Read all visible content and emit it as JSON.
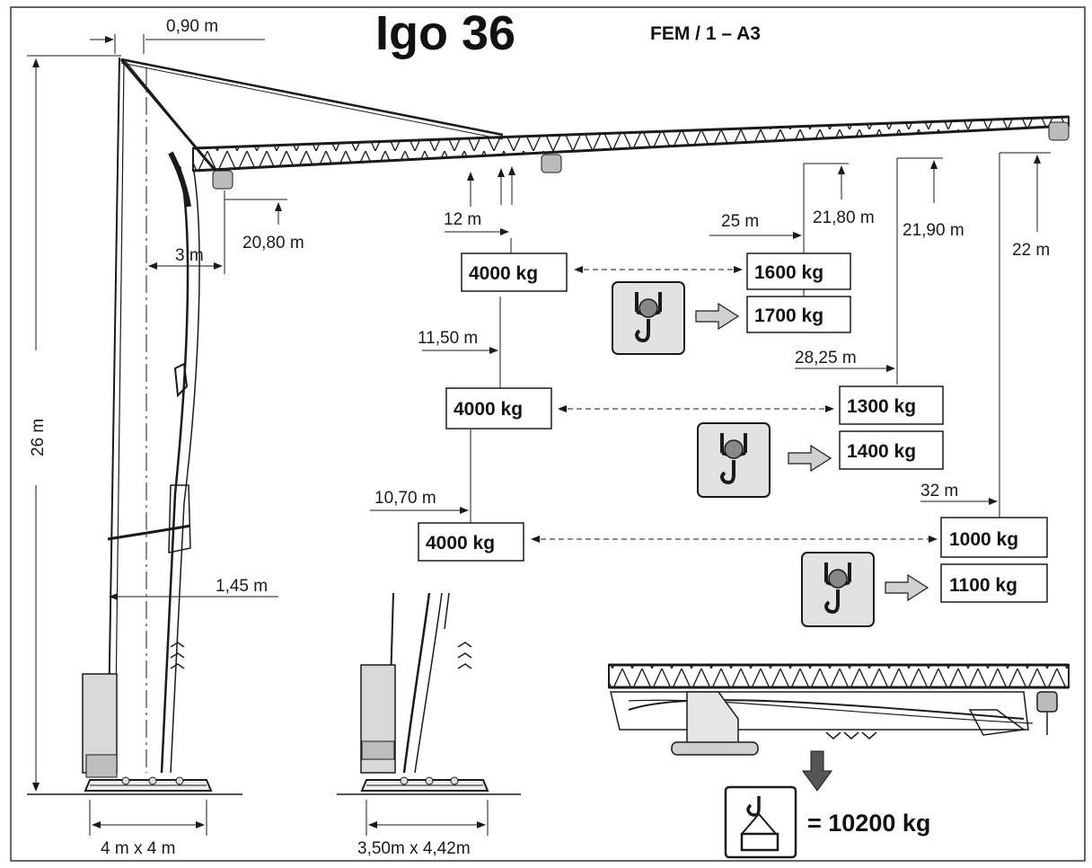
{
  "title": "Igo 36",
  "standard": "FEM / 1 – A3",
  "dimensions": {
    "tower_offset": "0,90 m",
    "height": "26 m",
    "min_hook_height": "20,80 m",
    "min_radius": "3 m",
    "mast_offset": "1,45 m",
    "base_large": "4 m x 4 m",
    "base_small": "3,50m x 4,42m"
  },
  "load_chart": {
    "rows": [
      {
        "radius": "12 m",
        "load_near": "4000 kg",
        "tip_radius": "25 m",
        "tip_height": "21,80 m",
        "tip_load": "1600 kg",
        "tip_load_special": "1700 kg"
      },
      {
        "radius": "11,50 m",
        "load_near": "4000 kg",
        "tip_radius": "28,25 m",
        "tip_height": "21,90 m",
        "tip_load": "1300 kg",
        "tip_load_special": "1400 kg"
      },
      {
        "radius": "10,70 m",
        "load_near": "4000 kg",
        "tip_radius": "32 m",
        "tip_height": "22 m",
        "tip_load": "1000 kg",
        "tip_load_special": "1100 kg"
      }
    ]
  },
  "total_weight": "= 10200 kg",
  "colors": {
    "line": "#1a1a1a",
    "hook_ball": "#888888",
    "hook_bg": "#d9d9d9",
    "arrow_fill": "#d0d0d0"
  }
}
